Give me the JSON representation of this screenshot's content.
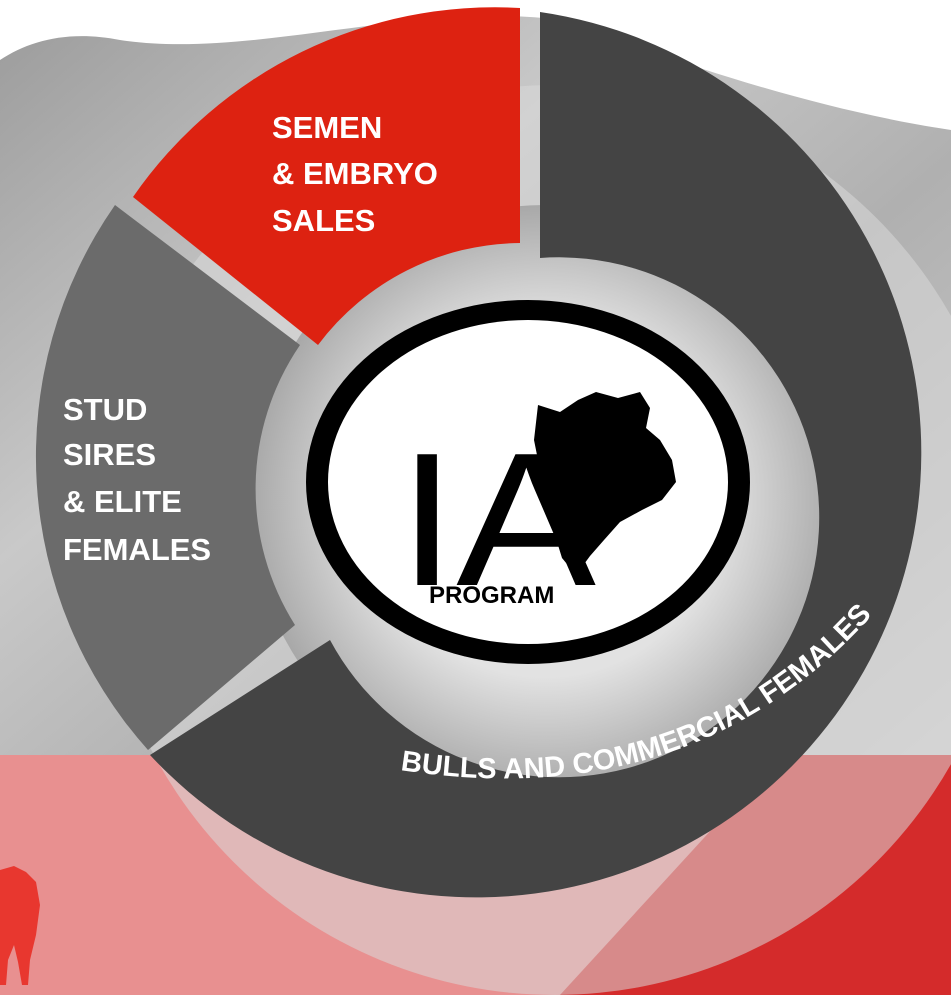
{
  "diagram": {
    "segments": [
      {
        "id": "semen-embryo",
        "lines": [
          "SEMEN",
          "& EMBRYO",
          "SALES"
        ],
        "color": "#dd2211"
      },
      {
        "id": "stud-sires",
        "lines": [
          "STUD",
          "SIRES",
          "& ELITE",
          "FEMALES"
        ],
        "color": "#6b6b6b"
      },
      {
        "id": "bulls-commercial",
        "label": "BULLS AND COMMERCIAL  FEMALES",
        "color": "#444444"
      }
    ],
    "center_logo": {
      "mark": "IA",
      "subtitle": "PROGRAM"
    }
  },
  "colors": {
    "band_left": "#e89090",
    "band_right": "#d42b2b",
    "background_photo": "#b8b8b8",
    "corner_cow_icon": "#e8372f"
  },
  "icons": [
    "cow-head-icon",
    "cow-silhouette-icon"
  ]
}
